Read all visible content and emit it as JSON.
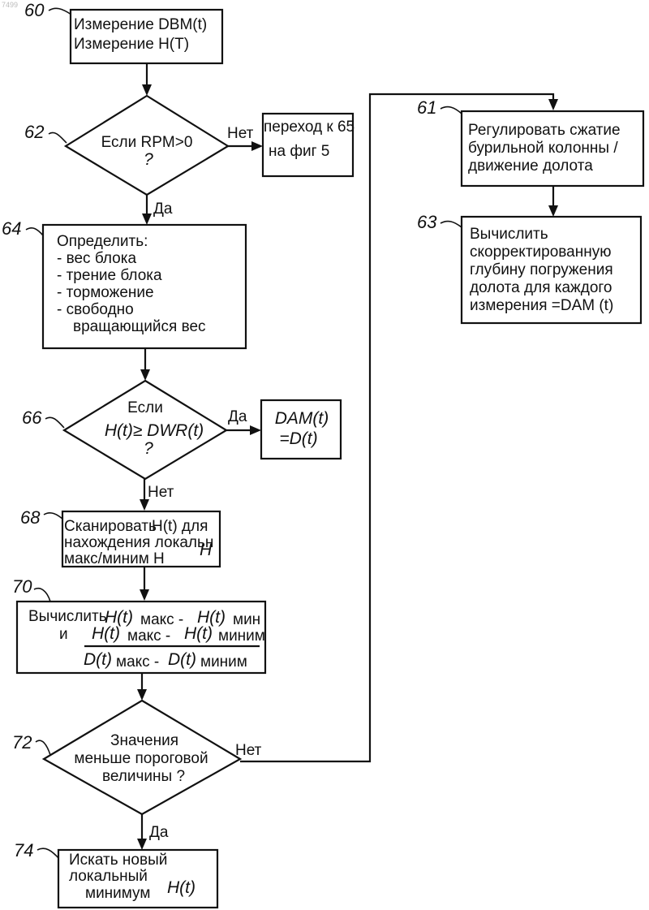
{
  "watermark": "7499",
  "nodes": {
    "n60": {
      "number": "60",
      "lines": [
        "Измерение DBM(t)",
        "Измерение H(T)"
      ]
    },
    "n62": {
      "number": "62",
      "lines": [
        "Если RPM>0",
        "?"
      ]
    },
    "goto65": {
      "lines": [
        "переход к 65",
        "на фиг  5"
      ]
    },
    "n64": {
      "number": "64",
      "lines": [
        "Определить:",
        "- вес блока",
        "- трение блока",
        "- торможение",
        "- свободно",
        "вращающийся вес"
      ]
    },
    "n66": {
      "number": "66",
      "lines": [
        "Если",
        "H(t)≥ DWR(t)",
        "?"
      ]
    },
    "dam": {
      "lines": [
        "DAM(t)",
        "=D(t)"
      ]
    },
    "n68": {
      "number": "68",
      "lines": [
        "Сканировать",
        "H(t) для",
        "нахождения локальн",
        "макс/миним  Н",
        "H"
      ]
    },
    "n70": {
      "number": "70",
      "parts": [
        "Вычислить",
        "H(t)",
        "макс - ",
        "H(t)",
        "мин",
        "и",
        "H(t)",
        "макс - ",
        "H(t)",
        "миним",
        "D(t)",
        "макс - ",
        "D(t)",
        "миним"
      ]
    },
    "n72": {
      "number": "72",
      "lines": [
        "Значения",
        "меньше пороговой",
        "величины ?"
      ]
    },
    "n74": {
      "number": "74",
      "lines": [
        "Искать новый",
        "локальный",
        "минимум",
        "H(t)"
      ]
    },
    "n61": {
      "number": "61",
      "lines": [
        "Регулировать сжатие",
        "бурильной колонны /",
        "движение долота"
      ]
    },
    "n63": {
      "number": "63",
      "lines": [
        "Вычислить",
        "скорректированную",
        "глубину погружения",
        "долота для каждого",
        "измерения =DAM (t)"
      ]
    }
  },
  "edge_labels": {
    "n62_no": "Нет",
    "n62_yes": "Да",
    "n66_yes": "Да",
    "n66_no": "Нет",
    "n72_no": "Нет",
    "n72_yes": "Да"
  }
}
